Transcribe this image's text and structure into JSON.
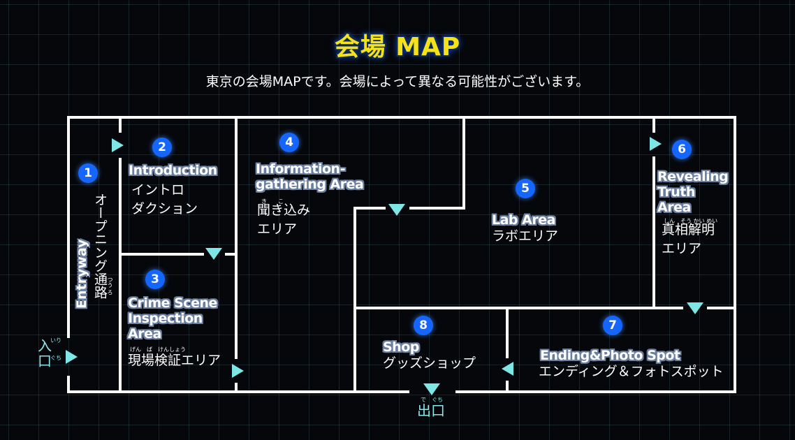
{
  "title": "会場 MAP",
  "subtitle": "東京の会場MAPです。会場によって異なる可能性がございます。",
  "colors": {
    "wall": "#ffffff",
    "arrow": "#7fe6e6",
    "badge": "#1466ff",
    "title": "#f6e21b"
  },
  "entrance": {
    "label_1": "入",
    "label_2": "口",
    "ruby_1": "いり",
    "ruby_2": "ぐち"
  },
  "exit": {
    "label": "出口",
    "ruby": "で　ぐち"
  },
  "areas": {
    "a1": {
      "num": "1",
      "en": "Entryway",
      "jp": "オープニング通路",
      "ruby": "つう ろ"
    },
    "a2": {
      "num": "2",
      "en": "Introduction",
      "jp_1": "イントロ",
      "jp_2": "ダクション"
    },
    "a3": {
      "num": "3",
      "en_1": "Crime Scene",
      "en_2": "Inspection",
      "en_3": "Area",
      "jp": "現場検証エリア",
      "ruby": "げん　ば　けんしょう"
    },
    "a4": {
      "num": "4",
      "en_1": "Information-",
      "en_2": "gathering Area",
      "jp_1": "聞き込み",
      "jp_2": "エリア",
      "ruby": "き　　こ"
    },
    "a5": {
      "num": "5",
      "en": "Lab Area",
      "jp": "ラボエリア"
    },
    "a6": {
      "num": "6",
      "en_1": "Revealing",
      "en_2": "Truth",
      "en_3": "Area",
      "jp_1": "真相解明",
      "jp_2": "エリア",
      "ruby": "しん　そう かい めい"
    },
    "a7": {
      "num": "7",
      "en": "Ending&Photo Spot",
      "jp": "エンディング＆フォトスポット"
    },
    "a8": {
      "num": "8",
      "en": "Shop",
      "jp": "グッズショップ"
    }
  }
}
